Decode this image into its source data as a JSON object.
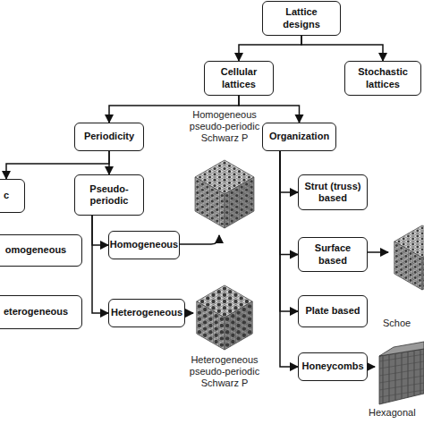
{
  "diagram": {
    "nodes": [
      {
        "text": [
          "Lattice designs"
        ]
      },
      {
        "text": [
          "Cellular lattices"
        ]
      },
      {
        "text": [
          "Stochastic lattices"
        ]
      },
      {
        "text": [
          "Periodicity"
        ]
      },
      {
        "text": [
          "Organization"
        ]
      },
      {
        "text": [
          "c"
        ]
      },
      {
        "text": [
          "Pseudo-periodic"
        ]
      },
      {
        "text": [
          "Strut (truss) based"
        ]
      },
      {
        "text": [
          "omogeneous"
        ]
      },
      {
        "text": [
          "Homogeneous"
        ]
      },
      {
        "text": [
          "Surface based"
        ]
      },
      {
        "text": [
          "eterogeneous"
        ]
      },
      {
        "text": [
          "Heterogeneous"
        ]
      },
      {
        "text": [
          "Plate based"
        ]
      },
      {
        "text": [
          "Honeycombs"
        ]
      }
    ],
    "edges": [
      {
        "from": 0,
        "to": 1,
        "arrow": "to"
      },
      {
        "from": 0,
        "to": 2,
        "arrow": "to"
      },
      {
        "from": 1,
        "to": 3,
        "arrow": "to"
      },
      {
        "from": 1,
        "to": 4,
        "arrow": "to"
      },
      {
        "from": 3,
        "to": 5,
        "arrow": "to"
      },
      {
        "from": 3,
        "to": 6,
        "arrow": "to"
      },
      {
        "from": 6,
        "to": 9,
        "arrow": "to"
      },
      {
        "from": 6,
        "to": 12,
        "arrow": "to"
      },
      {
        "from": 4,
        "to": 7,
        "arrow": "to"
      },
      {
        "from": 4,
        "to": 10,
        "arrow": "to"
      },
      {
        "from": 4,
        "to": 13,
        "arrow": "to"
      },
      {
        "from": 4,
        "to": 14,
        "arrow": "to"
      }
    ],
    "labels": [
      "Homogeneous pseudo-periodic Schwarz P",
      "Heterogeneous pseudo-periodic Schwarz P",
      "Schoe",
      "Hexagonal"
    ]
  }
}
